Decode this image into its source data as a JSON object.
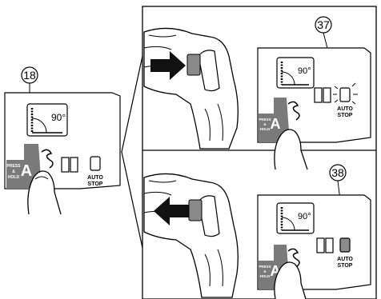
{
  "callouts": {
    "left": "18",
    "top": "37",
    "bottom": "38"
  },
  "panel": {
    "angle": "90°",
    "mode_letter": "A",
    "press_hold": [
      "PRESS",
      "&",
      "HOLD"
    ],
    "auto_stop": [
      "AUTO",
      "STOP"
    ]
  },
  "colors": {
    "line": "#000000",
    "grey_tab": "#7a7a7a",
    "button_dark": "#8c8c8c",
    "background": "#ffffff",
    "arrow": "#111111"
  },
  "icons": [
    "drill-illustration",
    "push-arrow-icon",
    "pull-arrow-icon",
    "finger-icon",
    "angle-icon",
    "rotation-icon",
    "auto-stop-led-icon"
  ]
}
